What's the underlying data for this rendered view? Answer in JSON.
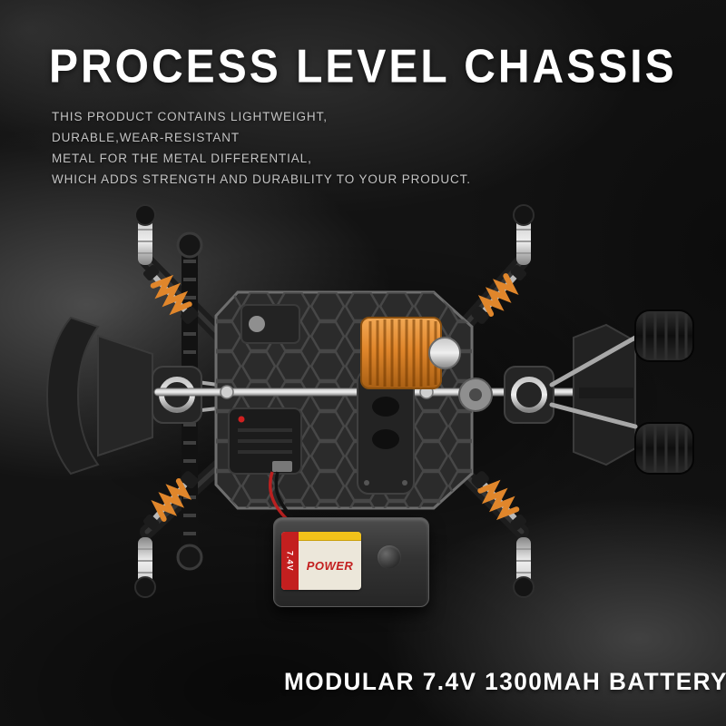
{
  "title": "PROCESS LEVEL CHASSIS",
  "description_lines": [
    "THIS PRODUCT CONTAINS LIGHTWEIGHT,",
    "DURABLE,WEAR-RESISTANT",
    "METAL FOR THE METAL DIFFERENTIAL,",
    "WHICH ADDS STRENGTH AND DURABILITY TO YOUR PRODUCT."
  ],
  "caption": "MODULAR 7.4V 1300MAH BATTERY",
  "battery_label": {
    "brand": "POWER",
    "voltage": "7.4V"
  },
  "colors": {
    "background": "#131313",
    "accent_orange": "#e0862b",
    "text_primary": "#ffffff",
    "text_secondary": "#c3c3c3",
    "label_red": "#c31f1f",
    "label_yellow": "#f2c21a"
  }
}
